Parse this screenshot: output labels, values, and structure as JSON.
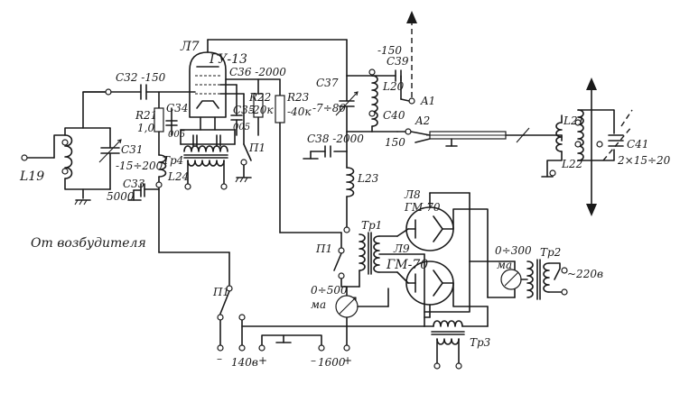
{
  "diagram": {
    "source_label": "От возбудителя",
    "tubes": {
      "l7": "Л7",
      "gu13": "ГУ-13",
      "l8": "Л8",
      "gm70_top": "ГМ-70",
      "l9": "Л9",
      "gm70_bottom": "ГМ-70"
    },
    "capacitors": {
      "c32": "C32 -150",
      "c31a": "C31",
      "c31b": "-15÷200",
      "c33": "C33",
      "c33v": "5000",
      "c34": "C34",
      "c34v": "005",
      "c35": "C35",
      "c35v": "005",
      "c36": "C36 -2000",
      "c37": "C37",
      "c37v": "-7÷80",
      "c38": "C38 -2000",
      "c39": "C39",
      "c39v": "-150",
      "c40": "C40",
      "c40v": "150",
      "c41": "C41",
      "c41v": "2×15÷20"
    },
    "resistors": {
      "r21": "R21",
      "r21v": "1,0",
      "r22": "R22",
      "r22v": "-20к",
      "r23": "R23",
      "r23v": "-40к"
    },
    "inductors": {
      "l19": "L19",
      "l20": "L20",
      "l21": "L21",
      "l22": "L22",
      "l23": "L23",
      "l24": "L24"
    },
    "transformers": {
      "tr1": "Tp1",
      "tr2": "Tp2",
      "tr3": "Tp3",
      "tr4": "Tp4"
    },
    "switches": {
      "p1_a": "П1",
      "p1_b": "П1",
      "p1_c": "П1"
    },
    "antenna": {
      "a1": "A1",
      "a2": "A2"
    },
    "meters": {
      "ma500_range": "0÷500",
      "ma500_unit": "ма",
      "ma300_range": "0÷300",
      "ma300_unit": "ма"
    },
    "supply": {
      "ac": "~220в",
      "v140": "140в",
      "v1600": "1600"
    }
  }
}
